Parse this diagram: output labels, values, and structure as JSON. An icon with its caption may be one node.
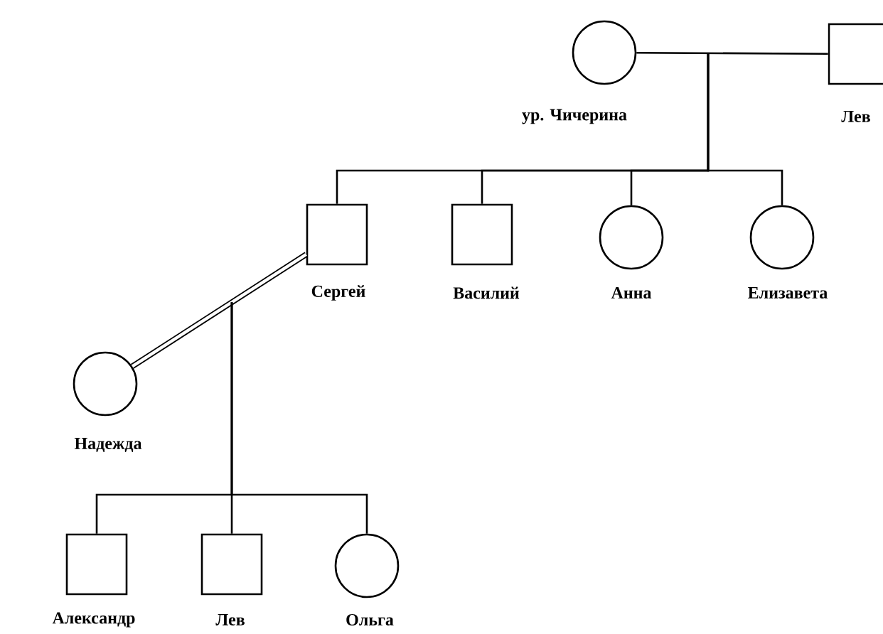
{
  "diagram": {
    "nodes": [
      {
        "text": [
          "ур. Чичерина"
        ]
      },
      {
        "text": [
          "Лев"
        ]
      },
      {
        "text": [
          "Сергей"
        ]
      },
      {
        "text": [
          "Василий"
        ]
      },
      {
        "text": [
          "Анна"
        ]
      },
      {
        "text": [
          "Елизавета"
        ]
      },
      {
        "text": [
          "Надежда"
        ]
      },
      {
        "text": [
          "Александр"
        ]
      },
      {
        "text": [
          "Лев"
        ]
      },
      {
        "text": [
          "Ольга"
        ]
      }
    ],
    "edges": [
      {
        "from": 0,
        "to": 1,
        "arrow": "none"
      },
      {
        "from": null,
        "to": 2,
        "arrow": "none"
      },
      {
        "from": null,
        "to": 3,
        "arrow": "none"
      },
      {
        "from": null,
        "to": 4,
        "arrow": "none"
      },
      {
        "from": null,
        "to": 5,
        "arrow": "none"
      },
      {
        "from": 2,
        "to": 6,
        "arrow": "none",
        "style": "thick"
      },
      {
        "from": null,
        "to": 7,
        "arrow": "none"
      },
      {
        "from": null,
        "to": 8,
        "arrow": "none"
      },
      {
        "from": null,
        "to": 9,
        "arrow": "none"
      }
    ]
  }
}
